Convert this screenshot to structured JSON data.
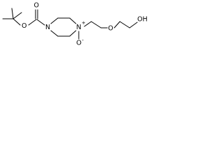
{
  "molecule": {
    "atom_labels": {
      "carbonyl_oxygen": "O",
      "ester_oxygen": "O",
      "ring_nitrogen_left": "N",
      "ring_nitrogen_right": "N",
      "n_oxide_oxygen": "O",
      "ether_oxygen": "O",
      "hydroxyl": "OH"
    },
    "charges": {
      "n_plus": "+",
      "o_minus": "-"
    }
  }
}
